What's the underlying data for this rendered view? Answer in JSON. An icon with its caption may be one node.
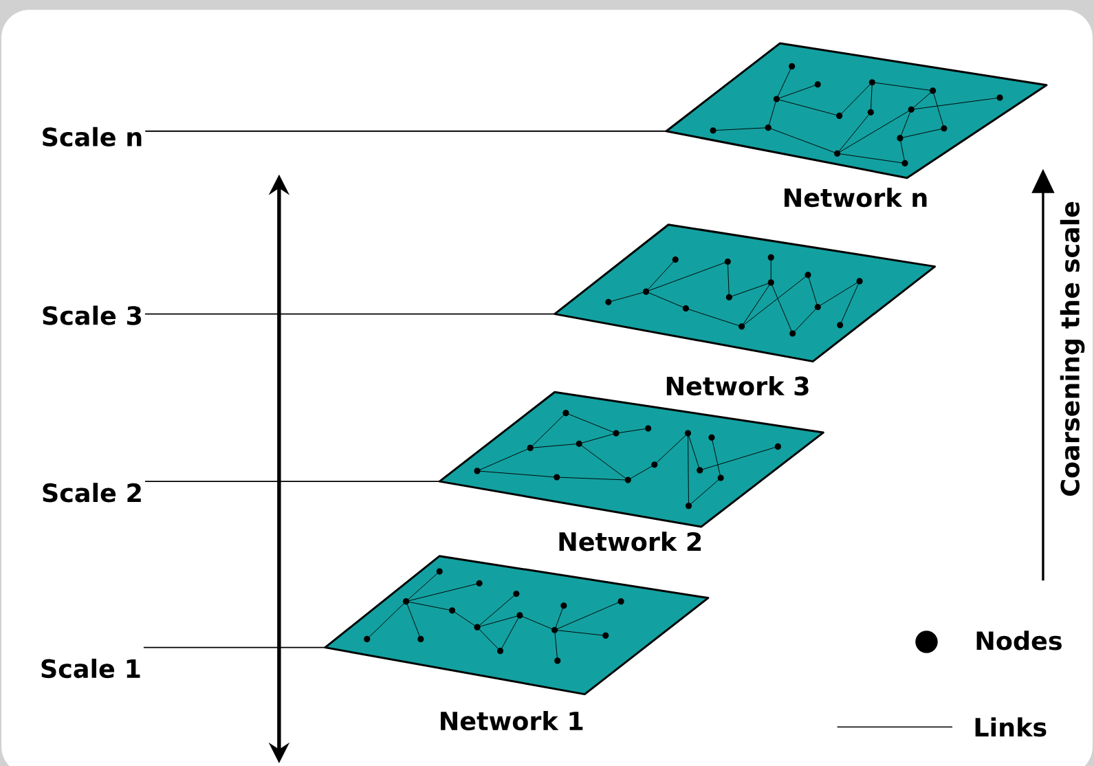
{
  "diagram": {
    "nodes": [
      {
        "text": [
          "Scale n"
        ]
      },
      {
        "text": [
          "Scale 3"
        ]
      },
      {
        "text": [
          "Scale 2"
        ]
      },
      {
        "text": [
          "Scale 1"
        ]
      },
      {
        "text": [],
        "shape": "box",
        "beside": [
          "Network n"
        ]
      },
      {
        "text": [],
        "shape": "box",
        "beside": [
          "Network 3"
        ]
      },
      {
        "text": [],
        "shape": "box",
        "beside": [
          "Network 2"
        ]
      },
      {
        "text": [],
        "shape": "box",
        "beside": [
          "Network 1"
        ]
      }
    ],
    "edges": [
      {
        "from": 0,
        "to": 4,
        "arrow": "none"
      },
      {
        "from": 1,
        "to": 5,
        "arrow": "none"
      },
      {
        "from": 2,
        "to": 6,
        "arrow": "none"
      },
      {
        "from": 3,
        "to": 7,
        "arrow": "none"
      }
    ],
    "labels": [
      "Coarsening the scale"
    ],
    "legend": [
      {
        "text": "Nodes"
      },
      {
        "text": "Links"
      }
    ]
  }
}
